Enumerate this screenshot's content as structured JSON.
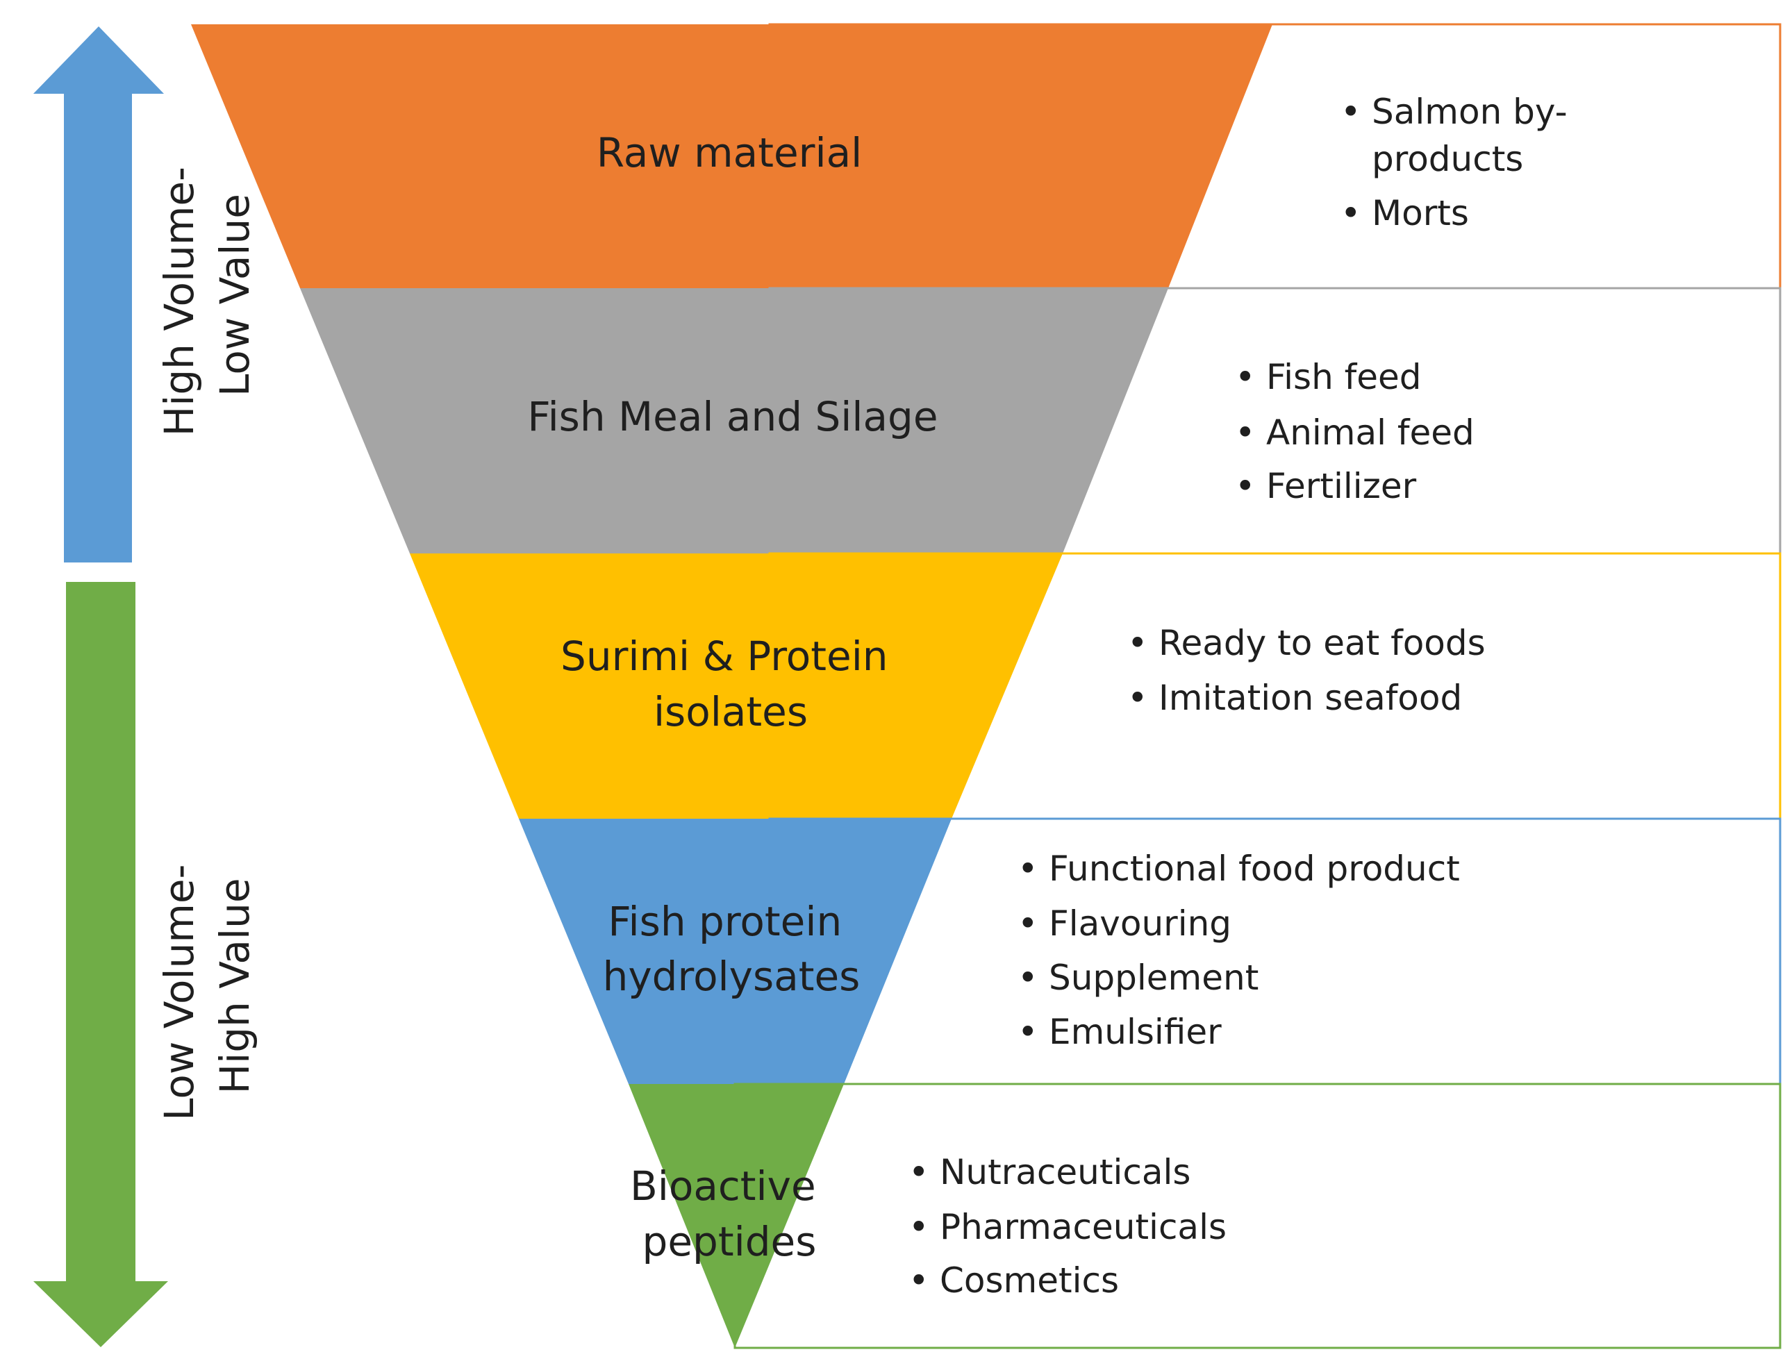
{
  "colors": {
    "orange": "#ED7D31",
    "gray": "#A5A5A5",
    "gold": "#FFC000",
    "blue": "#5B9BD5",
    "green": "#70AD47"
  },
  "arrows": {
    "up": {
      "color": "#5B9BD5",
      "label_line1": "High Volume-",
      "label_line2": "Low Value"
    },
    "down": {
      "color": "#70AD47",
      "label_line1": "Low Volume-",
      "label_line2": "High Value"
    }
  },
  "tiers": [
    {
      "label_lines": [
        "Raw material"
      ],
      "color": "#ED7D31",
      "border": "#ED7D31",
      "bullets": [
        [
          "Salmon by-",
          "products"
        ],
        [
          "Morts"
        ]
      ]
    },
    {
      "label_lines": [
        "Fish Meal and Silage"
      ],
      "color": "#A5A5A5",
      "border": "#A5A5A5",
      "bullets": [
        [
          "Fish feed"
        ],
        [
          "Animal feed"
        ],
        [
          "Fertilizer"
        ]
      ]
    },
    {
      "label_lines": [
        "Surimi & Protein",
        "isolates"
      ],
      "color": "#FFC000",
      "border": "#FFC000",
      "bullets": [
        [
          "Ready to eat foods"
        ],
        [
          "Imitation seafood"
        ]
      ]
    },
    {
      "label_lines": [
        "Fish protein",
        "hydrolysates"
      ],
      "color": "#5B9BD5",
      "border": "#5B9BD5",
      "bullets": [
        [
          "Functional food product"
        ],
        [
          "Flavouring"
        ],
        [
          "Supplement"
        ],
        [
          "Emulsifier"
        ]
      ]
    },
    {
      "label_lines": [
        "Bioactive",
        "peptides"
      ],
      "color": "#70AD47",
      "border": "#70AD47",
      "bullets": [
        [
          "Nutraceuticals"
        ],
        [
          "Pharmaceuticals"
        ],
        [
          "Cosmetics"
        ]
      ]
    }
  ]
}
